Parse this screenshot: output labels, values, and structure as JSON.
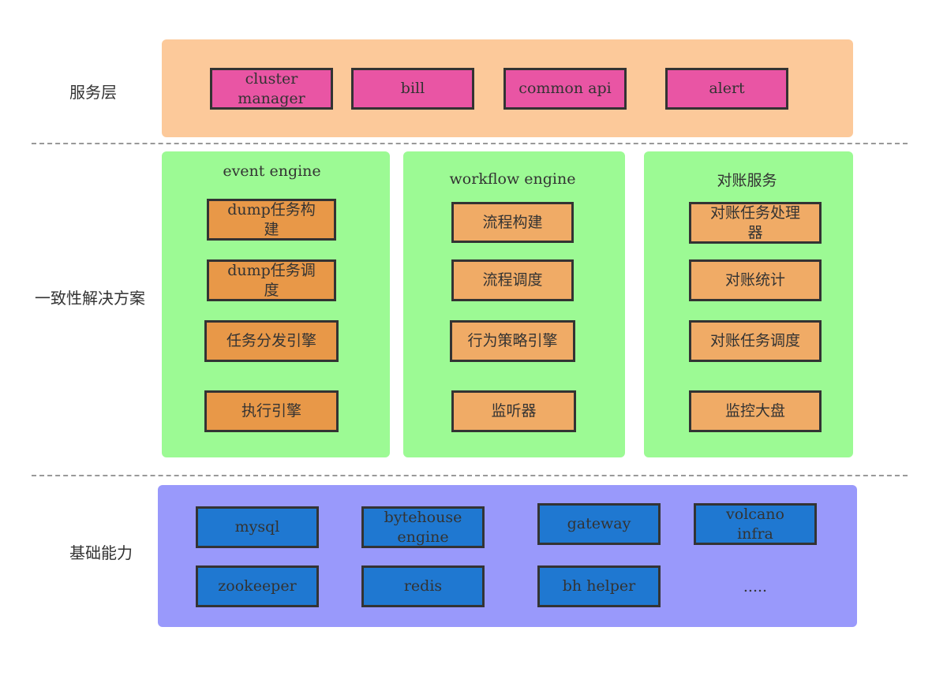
{
  "colors": {
    "service_panel": "#fcc99a",
    "solution_panel": "#9cfa94",
    "foundation_panel": "#9999fb",
    "service_box": "#e955a4",
    "event_box": "#e89848",
    "workflow_box": "#f0ab66",
    "foundation_box": "#1f78d1"
  },
  "layers": {
    "service": {
      "label": "服务层",
      "items": [
        "cluster\nmanager",
        "bill",
        "common api",
        "alert"
      ]
    },
    "solution": {
      "label": "一致性解决方案",
      "columns": [
        {
          "title": "event engine",
          "items": [
            "dump任务构\n建",
            "dump任务调\n度",
            "任务分发引擎",
            "执行引擎"
          ]
        },
        {
          "title": "workflow engine",
          "items": [
            "流程构建",
            "流程调度",
            "行为策略引擎",
            "监听器"
          ]
        },
        {
          "title": "对账服务",
          "items": [
            "对账任务处理\n器",
            "对账统计",
            "对账任务调度",
            "监控大盘"
          ]
        }
      ]
    },
    "foundation": {
      "label": "基础能力",
      "items": [
        "mysql",
        "bytehouse\nengine",
        "gateway",
        "volcano\ninfra",
        "zookeeper",
        "redis",
        "bh helper",
        "....."
      ]
    }
  }
}
